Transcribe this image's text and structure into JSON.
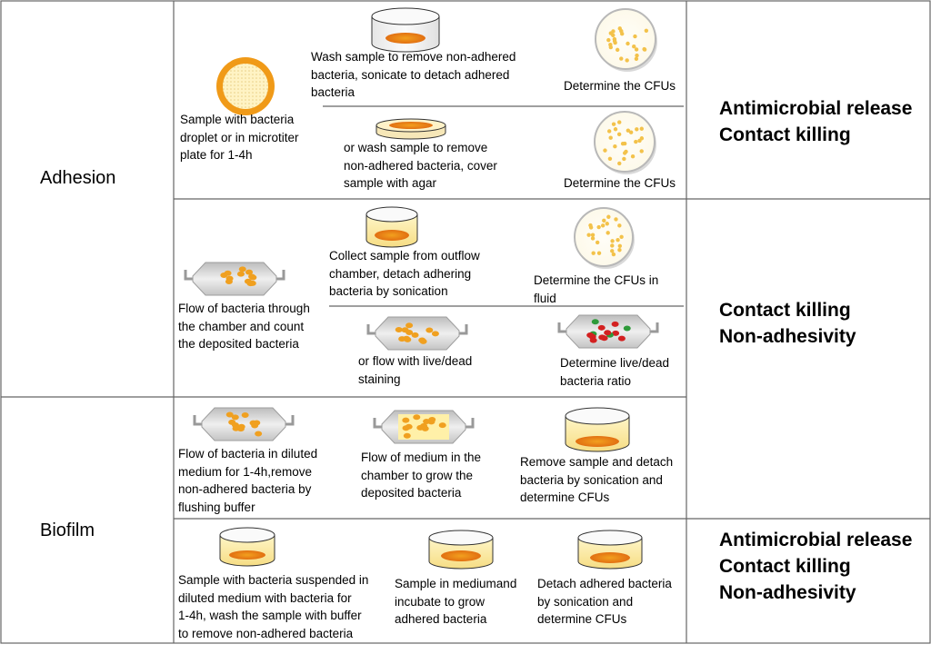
{
  "sections": {
    "adhesion": "Adhesion",
    "biofilm": "Biofilm"
  },
  "row1": {
    "left_text": "Sample with bacteria\ndroplet or in microtiter\nplate for 1-4h",
    "wash_text": "Wash sample to remove non-adhered\nbacteria, sonicate to detach  adhered\nbacteria",
    "cfu_text_1": "Determine the CFUs",
    "agar_text": "or wash sample to remove\nnon-adhered bacteria, cover\nsample with agar",
    "cfu_text_2": "Determine the CFUs",
    "outcome": "Antimicrobial release\nContact killing"
  },
  "row2": {
    "flow_text": "Flow of bacteria through\nthe chamber and count\nthe deposited bacteria",
    "collect_text": "Collect sample from outflow\nchamber, detach adhering\nbacteria by sonication",
    "cfu_fluid_text": "Determine the CFUs in\nfluid",
    "live_dead_text": "or flow with live/dead\nstaining",
    "ratio_text": "Determine live/dead\nbacteria ratio",
    "outcome": "Contact killing\nNon-adhesivity"
  },
  "row3": {
    "flow_text": "Flow of bacteria in diluted\nmedium for 1-4h,remove\nnon-adhered bacteria  by\nflushing buffer",
    "medium_text": "Flow of medium in the\nchamber to grow the\ndeposited bacteria",
    "remove_text": "Remove sample and detach\nbacteria by sonication and\ndetermine CFUs"
  },
  "row4": {
    "sample_text": "Sample with bacteria suspended in\ndiluted medium with bacteria for\n1-4h, wash the sample with buffer\nto remove non-adhered bacteria",
    "incubate_text": "Sample in mediumand\nincubate to grow\nadhered bacteria",
    "detach_text": "Detach adhered bacteria\nby sonication and\ndetermine CFUs",
    "outcome": "Antimicrobial release\nContact killing\nNon-adhesivity"
  },
  "colors": {
    "grid": "#666666",
    "petri_rim": "#b8b8b8",
    "colony": "#f3c24a",
    "orange": "#f0a020",
    "orange_dark": "#e57e10",
    "chamber": "#d0d0d0",
    "live": "#2e9a3a",
    "dead": "#d32020"
  }
}
